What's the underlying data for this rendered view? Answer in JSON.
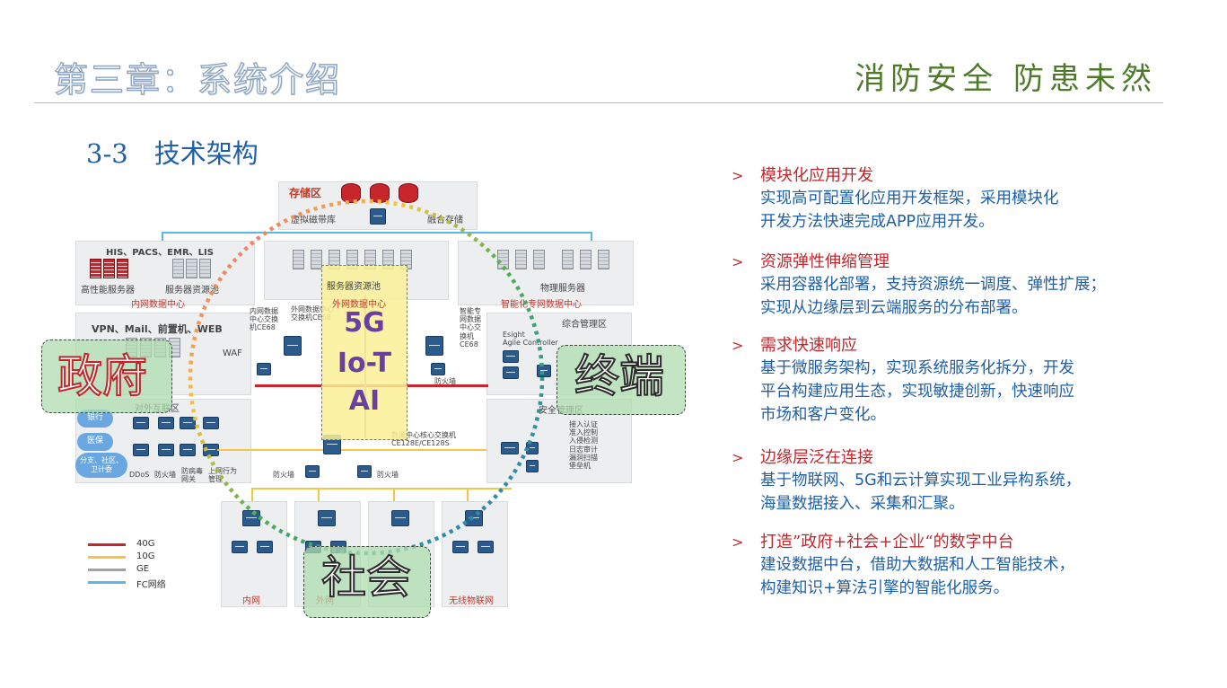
{
  "header": {
    "chapter_title": "第三章：系统介绍",
    "slogan": "消防安全 防患未然",
    "section_title": "3-3　技术架构"
  },
  "diagram": {
    "zones": {
      "storage": "存储区",
      "virtual_tape": "虚拟磁带库",
      "converged_storage": "融合存储",
      "his": "HIS、PACS、EMR、LIS",
      "high_perf": "高性能服务器",
      "server_pool_left": "服务器资源池",
      "intranet_dc": "内网数据中心",
      "server_pool_mid": "服务器资源池",
      "extranet_dc": "外网数据中心",
      "physical_server": "物理服务器",
      "smart_dc": "智能化专网数据中心",
      "vpn": "VPN、Mail、前置机、WEB",
      "waf": "WAF",
      "external": "对外互联区",
      "mgmt": "综合管理区",
      "esight": "Esight\nAgile Controller",
      "security": "安全管理区",
      "security_items": "接入认证\n准入控制\n入侵检测\n日志审计\n漏洞扫描\n堡垒机",
      "core_switch": "数据中心核心交换机\nCE128E/CE128S",
      "intranet_switch": "内网数据\n中心交换\n机CE68",
      "extranet_switch": "外网数据中心\n交换机CE68",
      "smart_switch": "智能专\n网数据\n中心交\n换机\nCE68",
      "firewall_1": "防火墙",
      "firewall_2": "防火墙",
      "firewall_3": "防火墙",
      "firewall_4": "防火墙",
      "bank": "银行",
      "medical": "医保",
      "branch": "分支、社区、\n卫计委",
      "ddos": "DDoS",
      "antivirus": "防病毒\n网关",
      "behavior": "上网行为\n管理",
      "bottom_intranet": "内网",
      "bottom_extranet": "外网",
      "bottom_wireless": "无线物联网"
    },
    "core_labels": [
      "5G",
      "Io-T",
      "AI"
    ],
    "circle_labels": {
      "gov": "政府",
      "terminal": "终端",
      "society": "社会"
    },
    "legend": [
      {
        "label": "40G",
        "color": "#c8252c"
      },
      {
        "label": "10G",
        "color": "#f3c64a"
      },
      {
        "label": "GE",
        "color": "#9ea3a8"
      },
      {
        "label": "FC网络",
        "color": "#5bb7e6"
      }
    ]
  },
  "features": [
    {
      "title": "模块化应用开发",
      "desc": "实现高可配置化应用开发框架，采用模块化\n开发方法快速完成APP应用开发。"
    },
    {
      "title": "资源弹性伸缩管理",
      "desc": "采用容器化部署，支持资源统一调度、弹性扩展；\n实现从边缘层到云端服务的分布部署。"
    },
    {
      "title": "需求快速响应",
      "desc": "基于微服务架构，实现系统服务化拆分，开发\n平台构建应用生态，实现敏捷创新，快速响应\n市场和客户变化。"
    },
    {
      "title": "边缘层泛在连接",
      "desc": "基于物联网、5G和云计算实现工业异构系统，\n海量数据接入、采集和汇聚。"
    },
    {
      "title": "打造”政府+社会+企业“的数字中台",
      "desc": "建设数据中台，借助大数据和人工智能技术，\n构建知识+算法引擎的智能化服务。"
    }
  ]
}
